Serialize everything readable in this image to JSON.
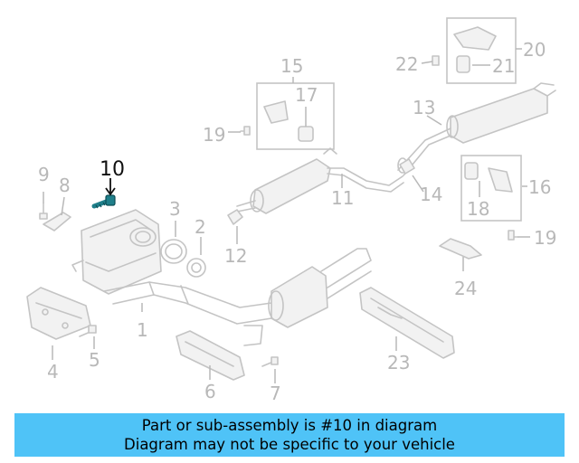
{
  "callouts": {
    "c1": "1",
    "c2": "2",
    "c3": "3",
    "c4": "4",
    "c5": "5",
    "c6": "6",
    "c7": "7",
    "c8": "8",
    "c9": "9",
    "c10": "10",
    "c11": "11",
    "c12": "12",
    "c13": "13",
    "c14": "14",
    "c15": "15",
    "c16": "16",
    "c17": "17",
    "c18": "18",
    "c19a": "19",
    "c19b": "19",
    "c20": "20",
    "c21": "21",
    "c22": "22",
    "c23": "23",
    "c24": "24"
  },
  "highlight_part": "10",
  "colors": {
    "banner": "#4fc3f7",
    "highlight": "#1f7f8a",
    "part_line": "#c4c4c4"
  },
  "banner": {
    "line1": "Part or sub-assembly is #10 in diagram",
    "line2": "Diagram may not be specific to your vehicle"
  }
}
